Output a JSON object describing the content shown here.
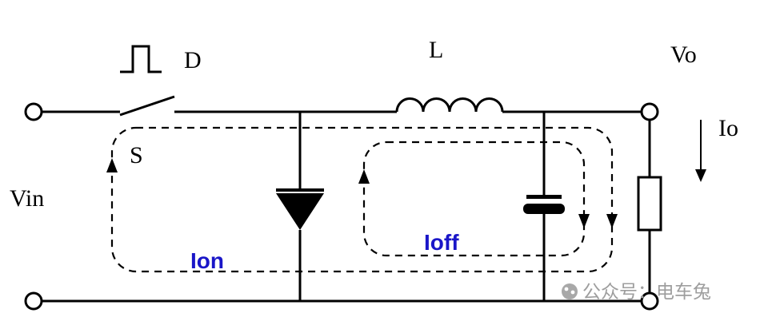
{
  "labels": {
    "vin": "Vin",
    "vo": "Vo",
    "io": "Io",
    "inductor": "L",
    "duty": "D",
    "switch": "S",
    "loop_on": "Ion",
    "loop_off": "Ioff"
  },
  "watermark": {
    "text": "公众号：电车兔"
  },
  "colors": {
    "loop_label": "#1a16c8",
    "watermark": "#9e9e9e",
    "wire": "#000000"
  }
}
